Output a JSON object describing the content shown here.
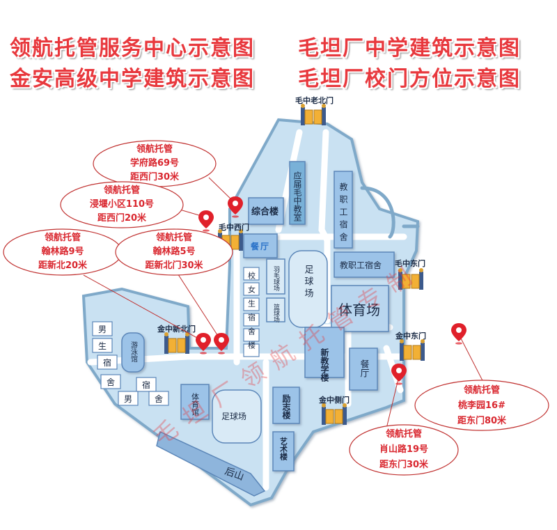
{
  "titles": {
    "line1_left": "领航托管服务中心示意图",
    "line1_right": "毛坦厂中学建筑示意图",
    "line2_left": "金安高级中学建筑示意图",
    "line2_right": "毛坦厂校门方位示意图"
  },
  "gates": {
    "mao_old_north": "毛中老北门",
    "mao_west": "毛中西门",
    "mao_east": "毛中东门",
    "jin_new_north": "金中新北门",
    "jin_east": "金中东门",
    "jin_side": "金中侧门"
  },
  "buildings": {
    "zonghe": "综合楼",
    "canting_west": "餐",
    "canting_west2": "厅",
    "yingjie": "应届毛中教室",
    "jiaozhi_vertical": "教职工宿舍",
    "jiaozhi_horizontal": "教职工宿舍",
    "tiyuchang": "体育场",
    "football_north": "足球场",
    "badminton": "羽毛球场",
    "basketball": "篮球场",
    "girls_dorm": "校女生宿舍楼",
    "new_teaching": "新教学楼",
    "canting_east": "餐厅",
    "lizhi": "励志楼",
    "yishu": "艺术楼",
    "gym_south": "体育馆",
    "football_south": "足球场",
    "swimming": "游泳馆",
    "boys_dorm_1": "男",
    "boys_dorm_2": "生",
    "boys_dorm_3": "宿",
    "boys_dorm_4": "舍",
    "boys_dorm_5": "宿",
    "boys_dorm_6": "男",
    "boys_dorm_7": "舍",
    "houshan": "后山"
  },
  "callouts": [
    {
      "name": "领航托管",
      "address": "学府路69号",
      "distance": "距西门30米"
    },
    {
      "name": "领航托管",
      "address": "浸堰小区110号",
      "distance": "距西门20米"
    },
    {
      "name": "领航托管",
      "address": "翰林路9号",
      "distance": "距新北20米"
    },
    {
      "name": "领航托管",
      "address": "翰林路5号",
      "distance": "距新北门30米"
    },
    {
      "name": "领航托管",
      "address": "肖山路19号",
      "distance": "距东门30米"
    },
    {
      "name": "领航托管",
      "address": "桃李园16#",
      "distance": "距东门80米"
    }
  ],
  "watermark": "毛坦厂领航托管专制",
  "colors": {
    "title": "#e8383d",
    "campus_fill": "#c9e1f2",
    "campus_stroke": "#7fa9c9",
    "road": "#ffffff",
    "building": "#9cc3e8",
    "building_stroke": "#5b86b8",
    "pin": "#e0202a",
    "callout_stroke": "#c0302f"
  },
  "icons": {
    "gate": "gate-icon",
    "pin": "location-pin-icon"
  }
}
